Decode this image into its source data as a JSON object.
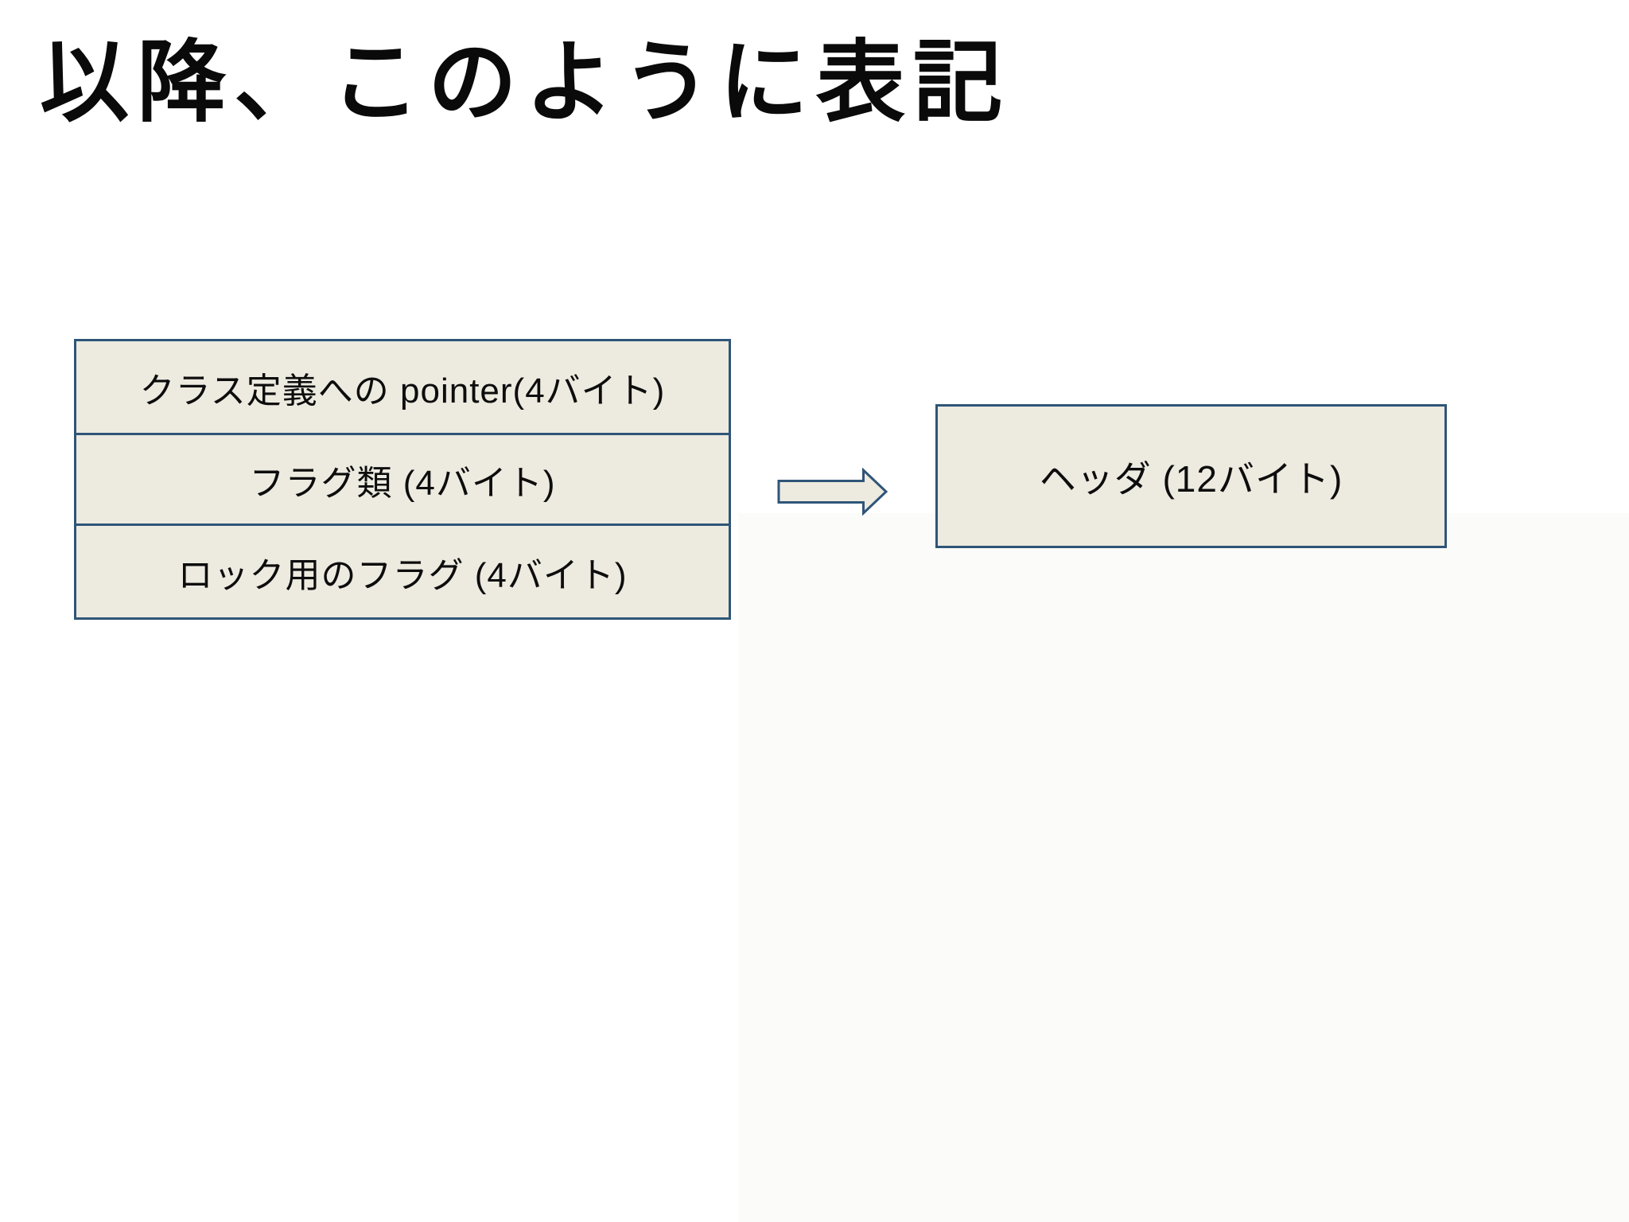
{
  "slide": {
    "title": "以降、このように表記",
    "stack": {
      "rows": [
        {
          "label": "クラス定義への pointer(4バイト)"
        },
        {
          "label": "フラグ類 (4バイト)"
        },
        {
          "label": "ロック用のフラグ (4バイト)"
        }
      ]
    },
    "arrow": {
      "icon": "right-block-arrow"
    },
    "result_box": {
      "label": "ヘッダ (12バイト)"
    },
    "colors": {
      "background": "#ffffff",
      "box_fill": "#edeae0",
      "box_border": "#2f5578",
      "text": "#0a0a0a"
    }
  }
}
